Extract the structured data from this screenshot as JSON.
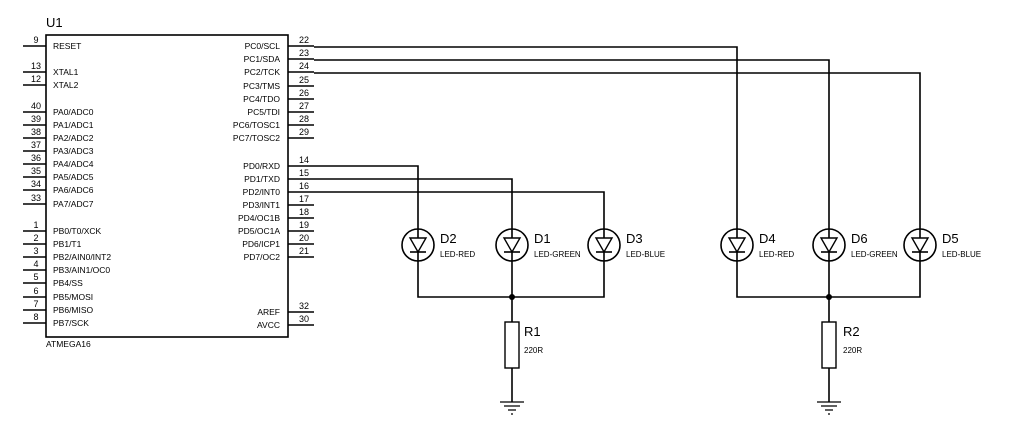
{
  "mcu": {
    "refdes": "U1",
    "part": "ATMEGA16",
    "left_pins": [
      {
        "num": "9",
        "name": "RESET"
      },
      {
        "num": "13",
        "name": "XTAL1"
      },
      {
        "num": "12",
        "name": "XTAL2"
      },
      {
        "num": "40",
        "name": "PA0/ADC0"
      },
      {
        "num": "39",
        "name": "PA1/ADC1"
      },
      {
        "num": "38",
        "name": "PA2/ADC2"
      },
      {
        "num": "37",
        "name": "PA3/ADC3"
      },
      {
        "num": "36",
        "name": "PA4/ADC4"
      },
      {
        "num": "35",
        "name": "PA5/ADC5"
      },
      {
        "num": "34",
        "name": "PA6/ADC6"
      },
      {
        "num": "33",
        "name": "PA7/ADC7"
      },
      {
        "num": "1",
        "name": "PB0/T0/XCK"
      },
      {
        "num": "2",
        "name": "PB1/T1"
      },
      {
        "num": "3",
        "name": "PB2/AIN0/INT2"
      },
      {
        "num": "4",
        "name": "PB3/AIN1/OC0"
      },
      {
        "num": "5",
        "name": "PB4/SS"
      },
      {
        "num": "6",
        "name": "PB5/MOSI"
      },
      {
        "num": "7",
        "name": "PB6/MISO"
      },
      {
        "num": "8",
        "name": "PB7/SCK"
      }
    ],
    "right_pins": [
      {
        "num": "22",
        "name": "PC0/SCL"
      },
      {
        "num": "23",
        "name": "PC1/SDA"
      },
      {
        "num": "24",
        "name": "PC2/TCK"
      },
      {
        "num": "25",
        "name": "PC3/TMS"
      },
      {
        "num": "26",
        "name": "PC4/TDO"
      },
      {
        "num": "27",
        "name": "PC5/TDI"
      },
      {
        "num": "28",
        "name": "PC6/TOSC1"
      },
      {
        "num": "29",
        "name": "PC7/TOSC2"
      },
      {
        "num": "14",
        "name": "PD0/RXD"
      },
      {
        "num": "15",
        "name": "PD1/TXD"
      },
      {
        "num": "16",
        "name": "PD2/INT0"
      },
      {
        "num": "17",
        "name": "PD3/INT1"
      },
      {
        "num": "18",
        "name": "PD4/OC1B"
      },
      {
        "num": "19",
        "name": "PD5/OC1A"
      },
      {
        "num": "20",
        "name": "PD6/ICP1"
      },
      {
        "num": "21",
        "name": "PD7/OC2"
      },
      {
        "num": "32",
        "name": "AREF"
      },
      {
        "num": "30",
        "name": "AVCC"
      }
    ]
  },
  "leds": [
    {
      "refdes": "D2",
      "value": "LED-RED"
    },
    {
      "refdes": "D1",
      "value": "LED-GREEN"
    },
    {
      "refdes": "D3",
      "value": "LED-BLUE"
    },
    {
      "refdes": "D4",
      "value": "LED-RED"
    },
    {
      "refdes": "D6",
      "value": "LED-GREEN"
    },
    {
      "refdes": "D5",
      "value": "LED-BLUE"
    }
  ],
  "resistors": [
    {
      "refdes": "R1",
      "value": "220R"
    },
    {
      "refdes": "R2",
      "value": "220R"
    }
  ]
}
